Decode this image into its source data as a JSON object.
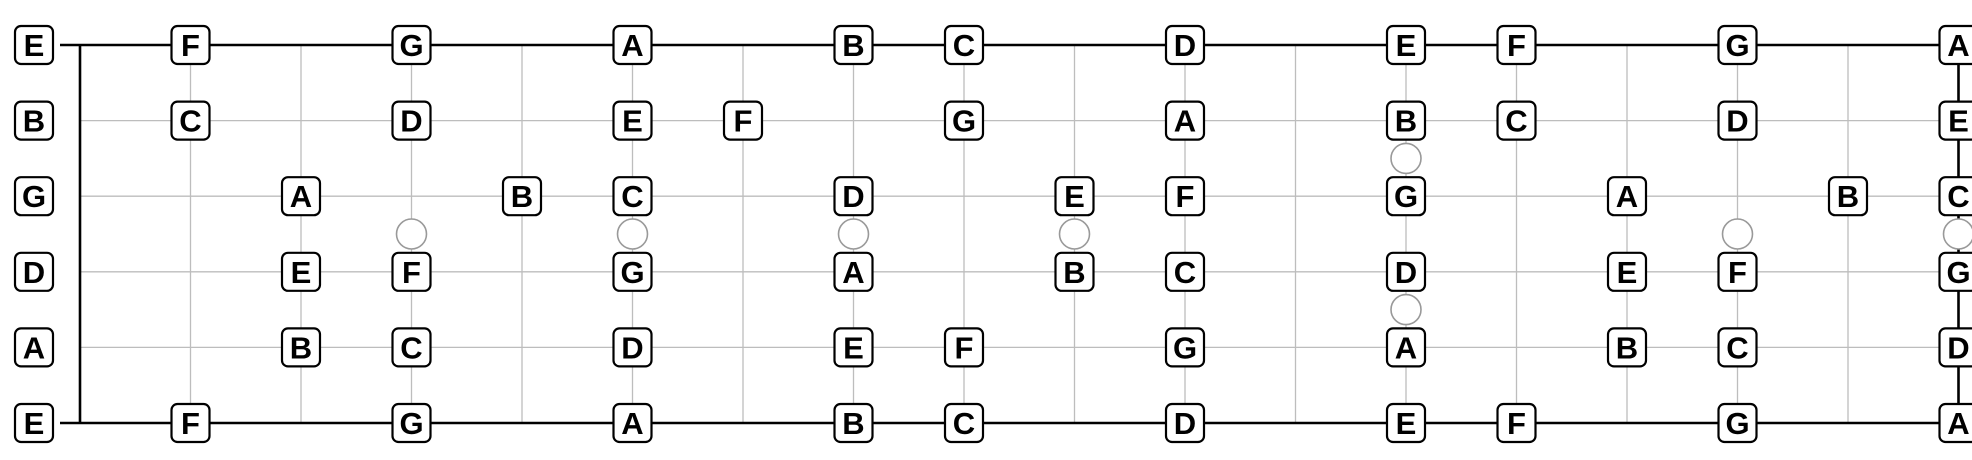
{
  "fretboard": {
    "open_strings": [
      "E",
      "B",
      "G",
      "D",
      "A",
      "E"
    ],
    "frets": 17,
    "marker_frets": [
      3,
      5,
      7,
      9,
      12,
      15,
      17
    ],
    "double_marker_fret": 12,
    "notes": [
      {
        "string": 0,
        "fret": 1,
        "note": "F"
      },
      {
        "string": 0,
        "fret": 3,
        "note": "G"
      },
      {
        "string": 0,
        "fret": 5,
        "note": "A"
      },
      {
        "string": 0,
        "fret": 7,
        "note": "B"
      },
      {
        "string": 0,
        "fret": 8,
        "note": "C"
      },
      {
        "string": 0,
        "fret": 10,
        "note": "D"
      },
      {
        "string": 0,
        "fret": 12,
        "note": "E"
      },
      {
        "string": 0,
        "fret": 13,
        "note": "F"
      },
      {
        "string": 0,
        "fret": 15,
        "note": "G"
      },
      {
        "string": 0,
        "fret": 17,
        "note": "A"
      },
      {
        "string": 1,
        "fret": 1,
        "note": "C"
      },
      {
        "string": 1,
        "fret": 3,
        "note": "D"
      },
      {
        "string": 1,
        "fret": 5,
        "note": "E"
      },
      {
        "string": 1,
        "fret": 6,
        "note": "F"
      },
      {
        "string": 1,
        "fret": 8,
        "note": "G"
      },
      {
        "string": 1,
        "fret": 10,
        "note": "A"
      },
      {
        "string": 1,
        "fret": 12,
        "note": "B"
      },
      {
        "string": 1,
        "fret": 13,
        "note": "C"
      },
      {
        "string": 1,
        "fret": 15,
        "note": "D"
      },
      {
        "string": 1,
        "fret": 17,
        "note": "E"
      },
      {
        "string": 2,
        "fret": 2,
        "note": "A"
      },
      {
        "string": 2,
        "fret": 4,
        "note": "B"
      },
      {
        "string": 2,
        "fret": 5,
        "note": "C"
      },
      {
        "string": 2,
        "fret": 7,
        "note": "D"
      },
      {
        "string": 2,
        "fret": 9,
        "note": "E"
      },
      {
        "string": 2,
        "fret": 10,
        "note": "F"
      },
      {
        "string": 2,
        "fret": 12,
        "note": "G"
      },
      {
        "string": 2,
        "fret": 14,
        "note": "A"
      },
      {
        "string": 2,
        "fret": 16,
        "note": "B"
      },
      {
        "string": 2,
        "fret": 17,
        "note": "C"
      },
      {
        "string": 3,
        "fret": 2,
        "note": "E"
      },
      {
        "string": 3,
        "fret": 3,
        "note": "F"
      },
      {
        "string": 3,
        "fret": 5,
        "note": "G"
      },
      {
        "string": 3,
        "fret": 7,
        "note": "A"
      },
      {
        "string": 3,
        "fret": 9,
        "note": "B"
      },
      {
        "string": 3,
        "fret": 10,
        "note": "C"
      },
      {
        "string": 3,
        "fret": 12,
        "note": "D"
      },
      {
        "string": 3,
        "fret": 14,
        "note": "E"
      },
      {
        "string": 3,
        "fret": 15,
        "note": "F"
      },
      {
        "string": 3,
        "fret": 17,
        "note": "G"
      },
      {
        "string": 4,
        "fret": 2,
        "note": "B"
      },
      {
        "string": 4,
        "fret": 3,
        "note": "C"
      },
      {
        "string": 4,
        "fret": 5,
        "note": "D"
      },
      {
        "string": 4,
        "fret": 7,
        "note": "E"
      },
      {
        "string": 4,
        "fret": 8,
        "note": "F"
      },
      {
        "string": 4,
        "fret": 10,
        "note": "G"
      },
      {
        "string": 4,
        "fret": 12,
        "note": "A"
      },
      {
        "string": 4,
        "fret": 14,
        "note": "B"
      },
      {
        "string": 4,
        "fret": 15,
        "note": "C"
      },
      {
        "string": 4,
        "fret": 17,
        "note": "D"
      },
      {
        "string": 5,
        "fret": 1,
        "note": "F"
      },
      {
        "string": 5,
        "fret": 3,
        "note": "G"
      },
      {
        "string": 5,
        "fret": 5,
        "note": "A"
      },
      {
        "string": 5,
        "fret": 7,
        "note": "B"
      },
      {
        "string": 5,
        "fret": 8,
        "note": "C"
      },
      {
        "string": 5,
        "fret": 10,
        "note": "D"
      },
      {
        "string": 5,
        "fret": 12,
        "note": "E"
      },
      {
        "string": 5,
        "fret": 13,
        "note": "F"
      },
      {
        "string": 5,
        "fret": 15,
        "note": "G"
      },
      {
        "string": 5,
        "fret": 17,
        "note": "A"
      }
    ]
  }
}
